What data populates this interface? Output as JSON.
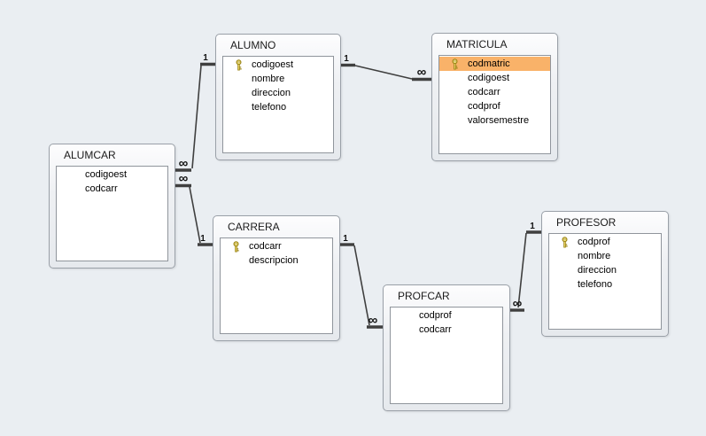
{
  "diagram": {
    "kind": "database-relationships",
    "tables": [
      {
        "id": "ALUMNO",
        "title": "ALUMNO",
        "fields": [
          {
            "name": "codigoest",
            "key": true,
            "selected": false
          },
          {
            "name": "nombre",
            "key": false,
            "selected": false
          },
          {
            "name": "direccion",
            "key": false,
            "selected": false
          },
          {
            "name": "telefono",
            "key": false,
            "selected": false
          }
        ]
      },
      {
        "id": "MATRICULA",
        "title": "MATRICULA",
        "fields": [
          {
            "name": "codmatric",
            "key": true,
            "selected": true
          },
          {
            "name": "codigoest",
            "key": false,
            "selected": false
          },
          {
            "name": "codcarr",
            "key": false,
            "selected": false
          },
          {
            "name": "codprof",
            "key": false,
            "selected": false
          },
          {
            "name": "valorsemestre",
            "key": false,
            "selected": false
          }
        ]
      },
      {
        "id": "ALUMCAR",
        "title": "ALUMCAR",
        "fields": [
          {
            "name": "codigoest",
            "key": false,
            "selected": false
          },
          {
            "name": "codcarr",
            "key": false,
            "selected": false
          }
        ]
      },
      {
        "id": "CARRERA",
        "title": "CARRERA",
        "fields": [
          {
            "name": "codcarr",
            "key": true,
            "selected": false
          },
          {
            "name": "descripcion",
            "key": false,
            "selected": false
          }
        ]
      },
      {
        "id": "PROFCAR",
        "title": "PROFCAR",
        "fields": [
          {
            "name": "codprof",
            "key": false,
            "selected": false
          },
          {
            "name": "codcarr",
            "key": false,
            "selected": false
          }
        ]
      },
      {
        "id": "PROFESOR",
        "title": "PROFESOR",
        "fields": [
          {
            "name": "codprof",
            "key": true,
            "selected": false
          },
          {
            "name": "nombre",
            "key": false,
            "selected": false
          },
          {
            "name": "direccion",
            "key": false,
            "selected": false
          },
          {
            "name": "telefono",
            "key": false,
            "selected": false
          }
        ]
      }
    ],
    "relationships": [
      {
        "from": "ALUMNO",
        "to": "MATRICULA",
        "from_label": "1",
        "to_label": "∞"
      },
      {
        "from": "ALUMNO",
        "to": "ALUMCAR",
        "from_label": "1",
        "to_label": "∞"
      },
      {
        "from": "CARRERA",
        "to": "ALUMCAR",
        "from_label": "1",
        "to_label": "∞"
      },
      {
        "from": "CARRERA",
        "to": "PROFCAR",
        "from_label": "1",
        "to_label": "∞"
      },
      {
        "from": "PROFESOR",
        "to": "PROFCAR",
        "from_label": "1",
        "to_label": "∞"
      }
    ],
    "icons": {
      "primary_key": "key-icon"
    },
    "colors": {
      "background": "#eaeef2",
      "table_border": "#9aa0a8",
      "inner_border": "#90959c",
      "selected_row": "#f9b269",
      "relationship_line": "#3f3f3f",
      "key_gold": "#e8d25e"
    }
  }
}
